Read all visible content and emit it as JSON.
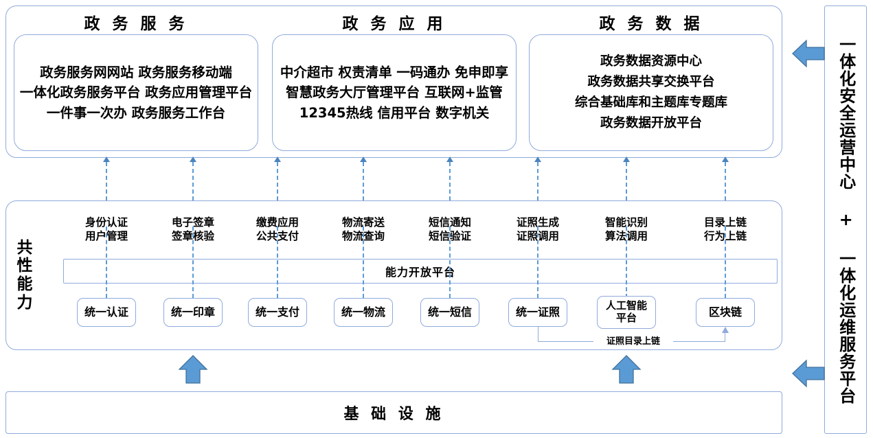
{
  "colors": {
    "border": "#8FAADC",
    "arrow_fill": "#5B9BD5",
    "arrow_stroke": "#41719C",
    "dash": "#5B9BD5",
    "text": "#000000",
    "background": "#FFFFFF"
  },
  "top_layer": {
    "sections": [
      {
        "title": "政 务 服 务",
        "lines": [
          "政务服务网网站 政务服务移动端",
          "一体化政务服务平台 政务应用管理平台",
          "一件事一次办 政务服务工作台"
        ]
      },
      {
        "title": "政 务 应 用",
        "lines": [
          "中介超市 权责清单 一码通办 免申即享",
          "智慧政务大厅管理平台 互联网+监管",
          "12345热线 信用平台 数字机关"
        ]
      },
      {
        "title": "政 务 数 据",
        "lines": [
          "政务数据资源中心",
          "政务数据共享交换平台",
          "综合基础库和主题库专题库",
          "政务数据开放平台"
        ]
      }
    ]
  },
  "capability_layer": {
    "side_label": "共性能力",
    "side_label_chars": [
      "共",
      "性",
      "能",
      "力"
    ],
    "open_platform_label": "能力开放平台",
    "columns": [
      {
        "capabilities": [
          "身份认证",
          "用户管理"
        ],
        "chip": [
          "统一认证"
        ]
      },
      {
        "capabilities": [
          "电子签章",
          "签章核验"
        ],
        "chip": [
          "统一印章"
        ]
      },
      {
        "capabilities": [
          "缴费应用",
          "公共支付"
        ],
        "chip": [
          "统一支付"
        ]
      },
      {
        "capabilities": [
          "物流寄送",
          "物流查询"
        ],
        "chip": [
          "统一物流"
        ]
      },
      {
        "capabilities": [
          "短信通知",
          "短信验证"
        ],
        "chip": [
          "统一短信"
        ]
      },
      {
        "capabilities": [
          "证照生成",
          "证照调用"
        ],
        "chip": [
          "统一证照"
        ]
      },
      {
        "capabilities": [
          "智能识别",
          "算法调用"
        ],
        "chip": [
          "人工智能",
          "平台"
        ]
      },
      {
        "capabilities": [
          "目录上链",
          "行为上链"
        ],
        "chip": [
          "区块链"
        ]
      }
    ],
    "connector_label": "证照目录上链",
    "connector_from": "统一证照",
    "connector_to": "区块链"
  },
  "infrastructure": {
    "label": "基 础 设 施"
  },
  "sidebar": {
    "label": "一体化安全运营中心 + 一体化运维服务平台",
    "arrow_icons": [
      "arrow-left-icon",
      "arrow-left-icon"
    ]
  },
  "connectors": {
    "dashed_up_arrow_icon": "arrow-up-dashed-icon",
    "solid_up_arrow_icon": "arrow-up-icon",
    "count_dashed_top": 8,
    "count_solid_bottom": 2
  }
}
